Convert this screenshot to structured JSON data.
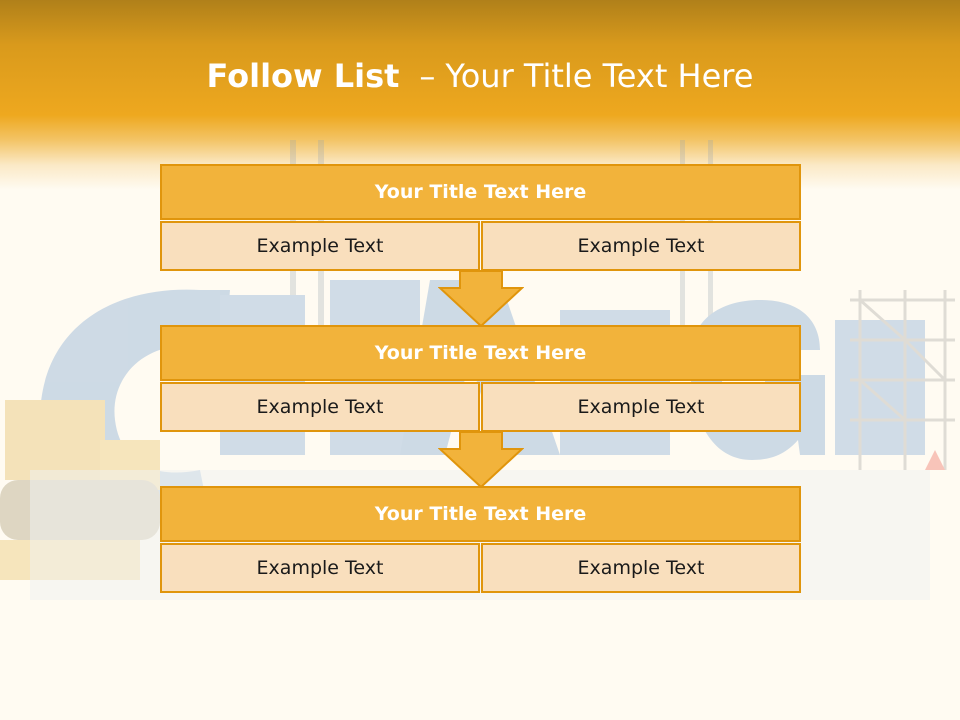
{
  "slide": {
    "title_bold": "Follow List",
    "title_separator": "–",
    "title_rest": "Your Title Text Here"
  },
  "blocks": [
    {
      "title": "Your Title Text Here",
      "left": "Example Text",
      "right": "Example Text"
    },
    {
      "title": "Your Title Text Here",
      "left": "Example Text",
      "right": "Example Text"
    },
    {
      "title": "Your Title Text Here",
      "left": "Example Text",
      "right": "Example Text"
    }
  ],
  "colors": {
    "header_dark": "#b0801a",
    "header": "#eea81f",
    "block_title": "#f2b33b",
    "block_border": "#e0950c",
    "cell_fill": "#f9dfbd",
    "arrow": "#f2b33b"
  }
}
